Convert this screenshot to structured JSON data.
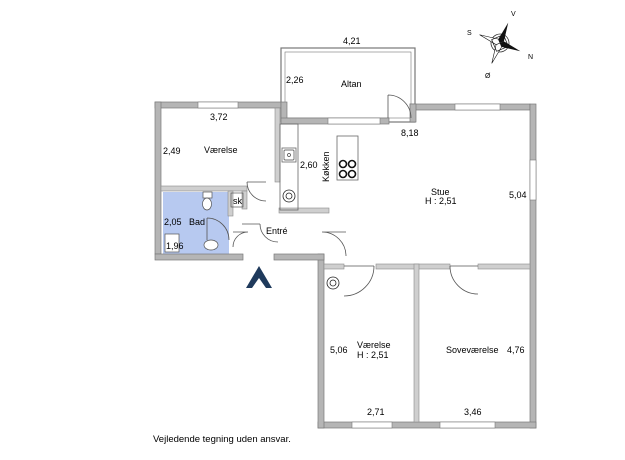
{
  "rooms": {
    "altan": {
      "name": "Altan",
      "width": "4,21",
      "depth": "2,26"
    },
    "vaerelse_top": {
      "name": "Værelse",
      "width": "3,72",
      "depth": "2,49"
    },
    "koekken": {
      "name": "Køkken",
      "depth": "2,60"
    },
    "stue": {
      "name": "Stue",
      "height": "H : 2,51",
      "width": "8,18",
      "depth": "5,04"
    },
    "bad": {
      "name": "Bad",
      "depth": "2,05",
      "width": "1,96"
    },
    "sk": {
      "name": "sk"
    },
    "entre": {
      "name": "Entré"
    },
    "vaerelse_bottom": {
      "name": "Værelse",
      "height": "H : 2,51",
      "depth": "5,06",
      "width": "2,71"
    },
    "sovevaerelse": {
      "name": "Soveværelse",
      "depth": "4,76",
      "width": "3,46"
    }
  },
  "compass": {
    "north": "N",
    "south": "S",
    "east": "Ø",
    "west": "V"
  },
  "colors": {
    "bathroom": "#b7c9f0",
    "wall": "#b5b5b5",
    "entrance_arrow": "#1f3a5c"
  },
  "disclaimer": "Vejledende tegning uden ansvar."
}
